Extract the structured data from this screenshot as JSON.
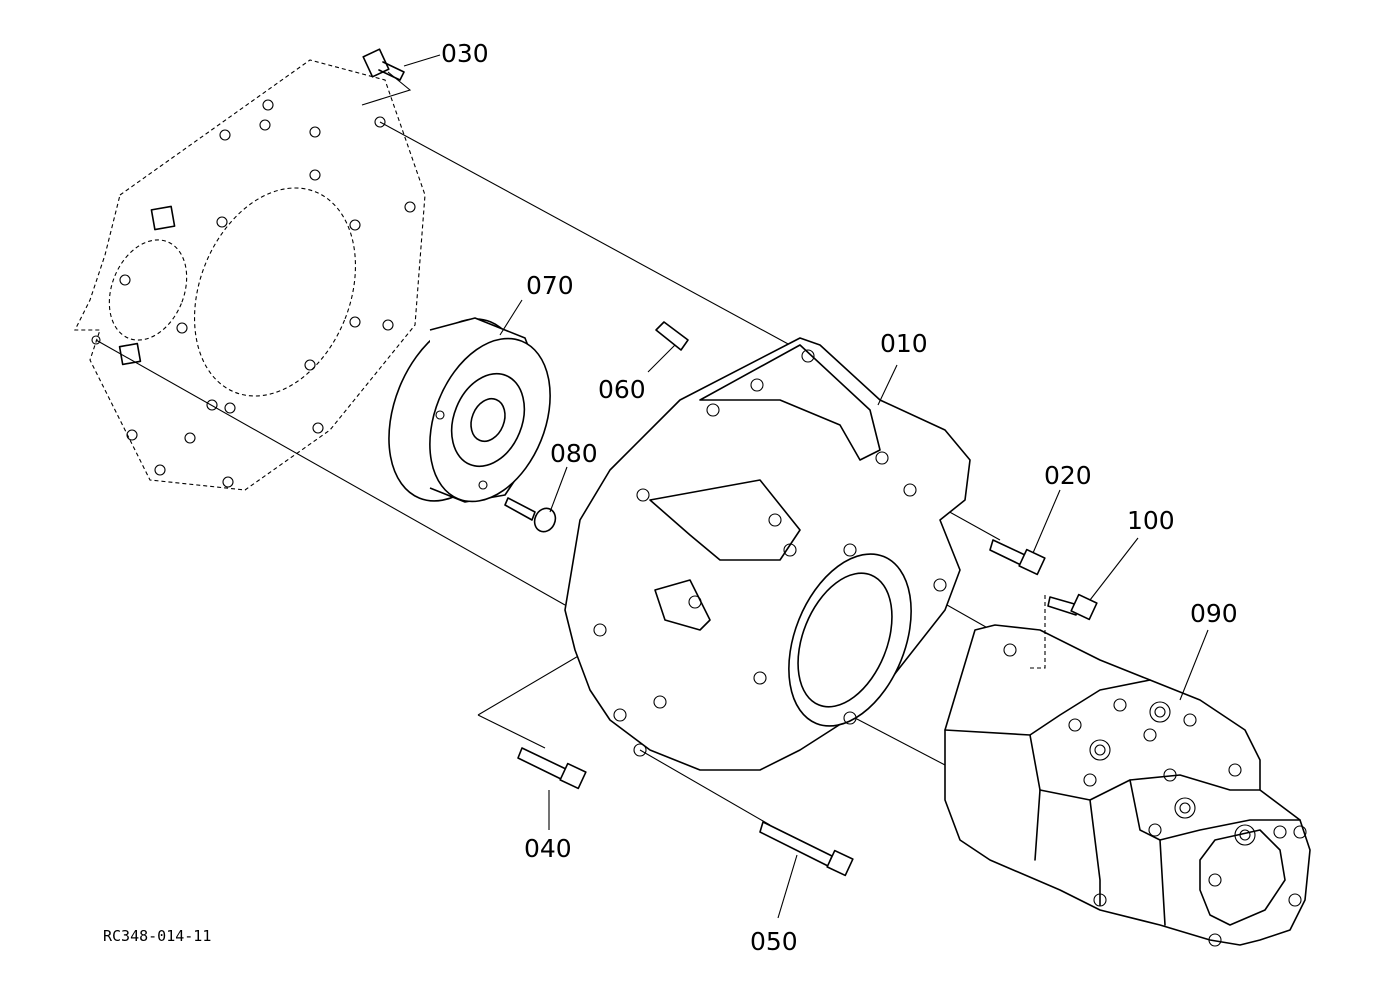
{
  "drawing": {
    "drawing_number": "RC348-014-11"
  },
  "callouts": {
    "p010": "010",
    "p020": "020",
    "p030": "030",
    "p040": "040",
    "p050": "050",
    "p060": "060",
    "p070": "070",
    "p080": "080",
    "p090": "090",
    "p100": "100"
  }
}
